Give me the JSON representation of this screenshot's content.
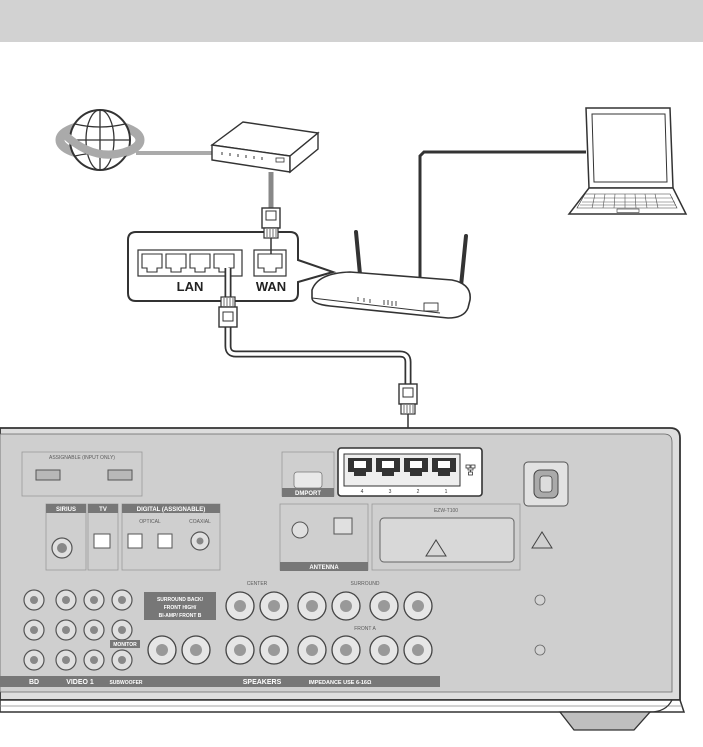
{
  "callout": {
    "lan_label": "LAN",
    "wan_label": "WAN"
  },
  "receiver": {
    "panel_labels": {
      "assignable": "ASSIGNABLE (INPUT ONLY)",
      "dmport": "DMPORT",
      "antenna": "ANTENNA",
      "sirius": "SIRIUS",
      "tv": "TV",
      "digital": "DIGITAL (ASSIGNABLE)",
      "optical": "OPTICAL",
      "coaxial": "COAXIAL",
      "ezw": "EZW-T100",
      "surround_back": "SURROUND BACK/",
      "front_high": "FRONT HIGH/",
      "biamp": "BI-AMP/ FRONT B",
      "center": "CENTER",
      "surround": "SURROUND",
      "front_a": "FRONT A",
      "speakers": "SPEAKERS",
      "impedance": "IMPEDANCE USE 6-16Ω",
      "bd": "BD",
      "video1": "VIDEO 1",
      "monitor": "MONITOR",
      "subwoofer": "SUBWOOFER"
    },
    "lan_port_numbers": [
      "4",
      "3",
      "2",
      "1"
    ]
  },
  "icons": [
    "internet-globe-icon",
    "modem-icon",
    "router-icon",
    "laptop-icon",
    "lan-cable-connector-icon",
    "warning-icon"
  ]
}
